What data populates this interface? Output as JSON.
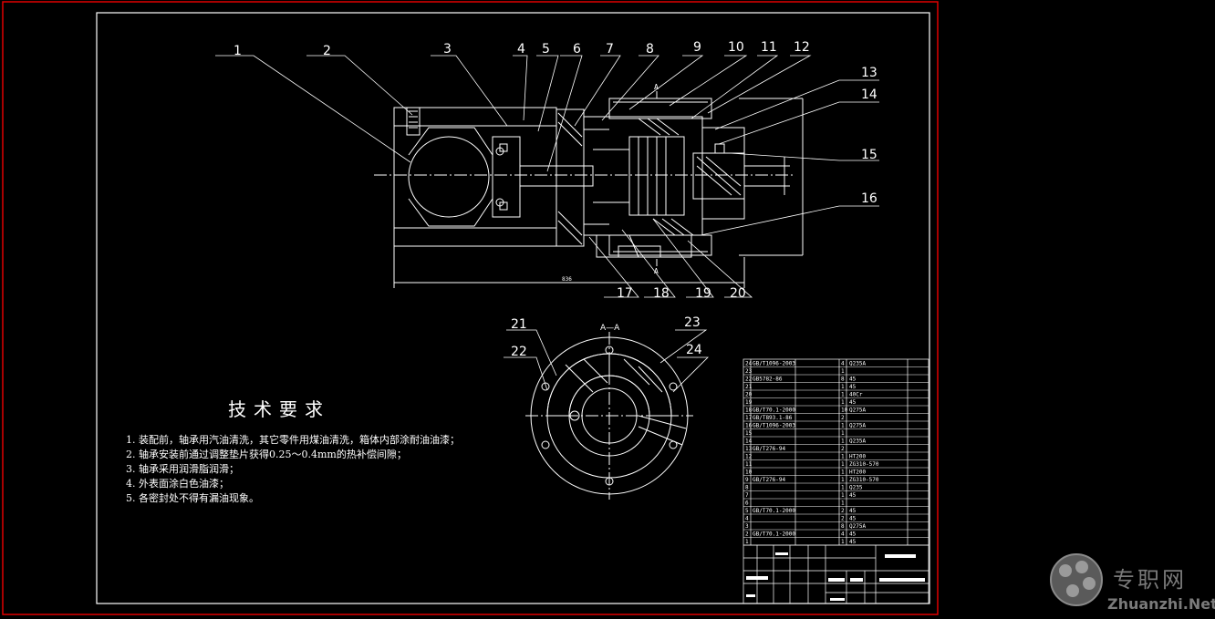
{
  "part_labels": [
    "1",
    "2",
    "3",
    "4",
    "5",
    "6",
    "7",
    "8",
    "9",
    "10",
    "11",
    "12",
    "13",
    "14",
    "15",
    "16",
    "17",
    "18",
    "19",
    "20",
    "21",
    "22",
    "23",
    "24"
  ],
  "section_label": "A—A",
  "view_marker": "A",
  "dimension_overall": "836",
  "tech_requirements": {
    "title": "技术要求",
    "items": [
      "1. 装配前，轴承用汽油清洗，其它零件用煤油清洗，箱体内部涂耐油油漆；",
      "2. 轴承安装前通过调整垫片获得0.25～0.4mm的热补偿间隙；",
      "3. 轴承采用润滑脂润滑；",
      "4. 外表面涂白色油漆；",
      "5. 各密封处不得有漏油现象。"
    ]
  },
  "bom": {
    "rows": [
      {
        "no": "24",
        "std": "GB/T1096-2003",
        "qty": "4",
        "mat": "Q235A"
      },
      {
        "no": "23",
        "std": "",
        "qty": "1",
        "mat": ""
      },
      {
        "no": "22",
        "std": "GB5782-86",
        "qty": "8",
        "mat": "45"
      },
      {
        "no": "21",
        "std": "",
        "qty": "1",
        "mat": "45"
      },
      {
        "no": "20",
        "std": "",
        "qty": "1",
        "mat": "40Cr"
      },
      {
        "no": "19",
        "std": "",
        "qty": "1",
        "mat": "45"
      },
      {
        "no": "18",
        "std": "GB/T70.1-2000",
        "qty": "10",
        "mat": "Q275A"
      },
      {
        "no": "17",
        "std": "GB/T893.1-86",
        "qty": "2",
        "mat": ""
      },
      {
        "no": "16",
        "std": "GB/T1096-2003",
        "qty": "1",
        "mat": "Q275A"
      },
      {
        "no": "15",
        "std": "",
        "qty": "1",
        "mat": ""
      },
      {
        "no": "14",
        "std": "",
        "qty": "1",
        "mat": "Q235A"
      },
      {
        "no": "13",
        "std": "GB/T276-94",
        "qty": "2",
        "mat": ""
      },
      {
        "no": "12",
        "std": "",
        "qty": "1",
        "mat": "HT200"
      },
      {
        "no": "11",
        "std": "",
        "qty": "1",
        "mat": "ZG310-570"
      },
      {
        "no": "10",
        "std": "",
        "qty": "1",
        "mat": "HT200"
      },
      {
        "no": "9",
        "std": "GB/T276-94",
        "qty": "1",
        "mat": "ZG310-570"
      },
      {
        "no": "8",
        "std": "",
        "qty": "1",
        "mat": "Q235"
      },
      {
        "no": "7",
        "std": "",
        "qty": "1",
        "mat": "45"
      },
      {
        "no": "6",
        "std": "",
        "qty": "1",
        "mat": ""
      },
      {
        "no": "5",
        "std": "GB/T70.1-2000",
        "qty": "2",
        "mat": "45"
      },
      {
        "no": "4",
        "std": "",
        "qty": "2",
        "mat": "45"
      },
      {
        "no": "3",
        "std": "",
        "qty": "8",
        "mat": "Q275A"
      },
      {
        "no": "2",
        "std": "GB/T70.1-2000",
        "qty": "4",
        "mat": "45"
      },
      {
        "no": "1",
        "std": "",
        "qty": "1",
        "mat": "45"
      }
    ]
  },
  "watermark": {
    "cn": "专职网",
    "en": "Zhuanzhi.Net"
  },
  "colors": {
    "background": "#000000",
    "frame": "#e00000",
    "lines": "#ffffff",
    "watermark": "#7a7a7a"
  }
}
